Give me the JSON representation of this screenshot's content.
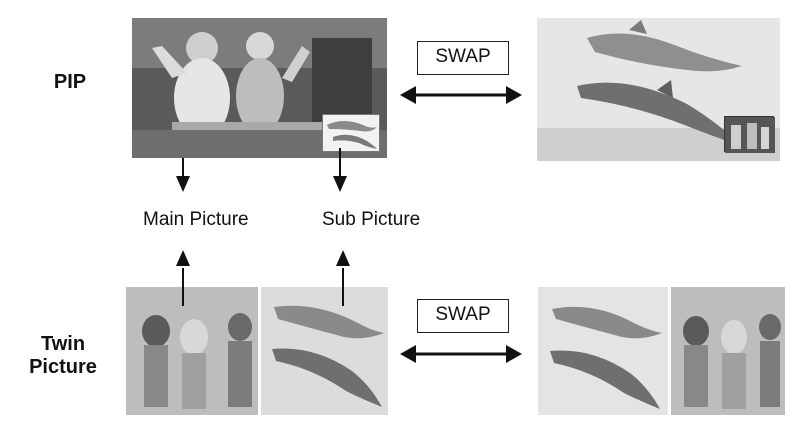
{
  "labels": {
    "pip": "PIP",
    "twin_line1": "Twin",
    "twin_line2": "Picture"
  },
  "captions": {
    "main_picture": "Main Picture",
    "sub_picture": "Sub Picture"
  },
  "swap": {
    "top": "SWAP",
    "bottom": "SWAP"
  },
  "colors": {
    "ink": "#111111",
    "photo_dark": "#4a4a4a",
    "photo_mid": "#9a9a9a",
    "photo_light": "#dedede"
  }
}
